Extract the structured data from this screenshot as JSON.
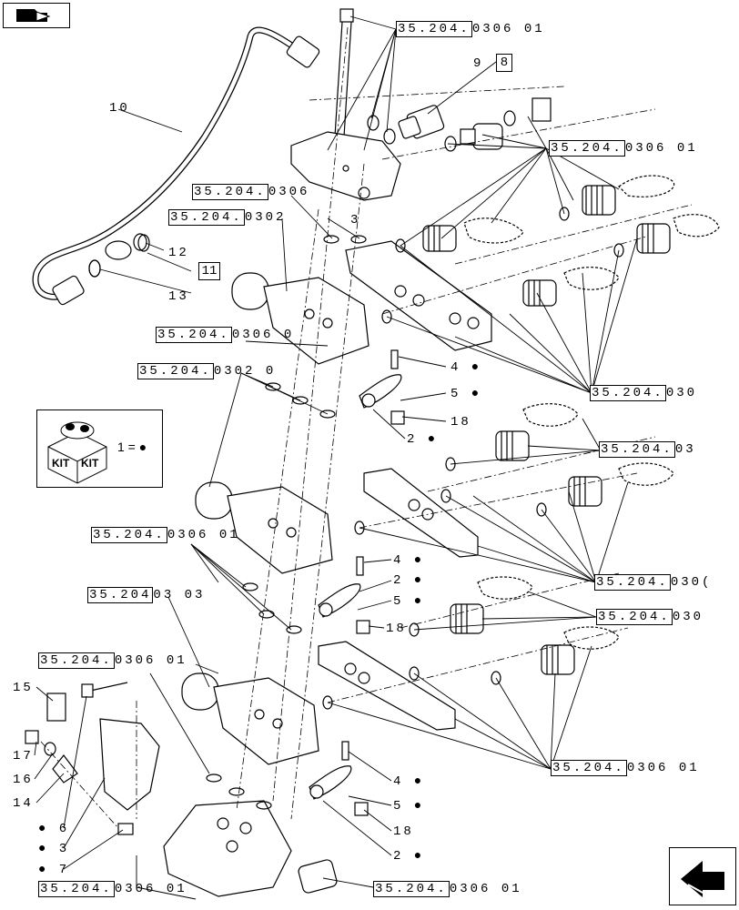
{
  "navigation": {
    "back_icon": "folder-arrow-icon",
    "forward_icon": "arrow-left-icon"
  },
  "kit_legend": {
    "logo_text": "KIT",
    "text": "1 = ●"
  },
  "references": [
    {
      "id": "r1",
      "boxed": "35.204.",
      "rest": "0306  01"
    },
    {
      "id": "r2",
      "boxed": "35.204.",
      "rest": "0306  01"
    },
    {
      "id": "r3",
      "boxed": "35.204.",
      "rest": "0306"
    },
    {
      "id": "r4",
      "boxed": "35.204.",
      "rest": "0302"
    },
    {
      "id": "r5",
      "boxed": "35.204.",
      "rest": "0306  0"
    },
    {
      "id": "r6",
      "boxed": "35.204.",
      "rest": "0302  0"
    },
    {
      "id": "r7",
      "boxed": "35.204.",
      "rest": "030"
    },
    {
      "id": "r8",
      "boxed": "35.204.",
      "rest": "03"
    },
    {
      "id": "r9",
      "boxed": "35.204.",
      "rest": "0306  01"
    },
    {
      "id": "r10",
      "boxed": "35.204.",
      "rest": "030("
    },
    {
      "id": "r11",
      "boxed": "35.204",
      "rest": "03  03"
    },
    {
      "id": "r12",
      "boxed": "35.204.",
      "rest": "030"
    },
    {
      "id": "r13",
      "boxed": "35.204.",
      "rest": "0306  01"
    },
    {
      "id": "r14",
      "boxed": "35.204.",
      "rest": "0306  01"
    },
    {
      "id": "r15",
      "boxed": "35.204.",
      "rest": "0306  01"
    },
    {
      "id": "r16",
      "boxed": "35.204.",
      "rest": "0306  01"
    }
  ],
  "part_numbers": {
    "p10": "10",
    "p9": "9",
    "p8": "8",
    "p12": "12",
    "p11": "11",
    "p13": "13",
    "p3": "3",
    "p4a": "4 ●",
    "p5a": "5 ●",
    "p18a": "18",
    "p2a": "2 ●",
    "p4b": "4 ●",
    "p2b": "2 ●",
    "p5b": "5 ●",
    "p18b": "18",
    "p15": "15",
    "p17": "17",
    "p16": "16",
    "p14": "14",
    "p6": "● 6",
    "p3b": "● 3",
    "p7": "● 7",
    "p4c": "4 ●",
    "p5c": "5 ●",
    "p18c": "18",
    "p2c": "2 ●"
  }
}
